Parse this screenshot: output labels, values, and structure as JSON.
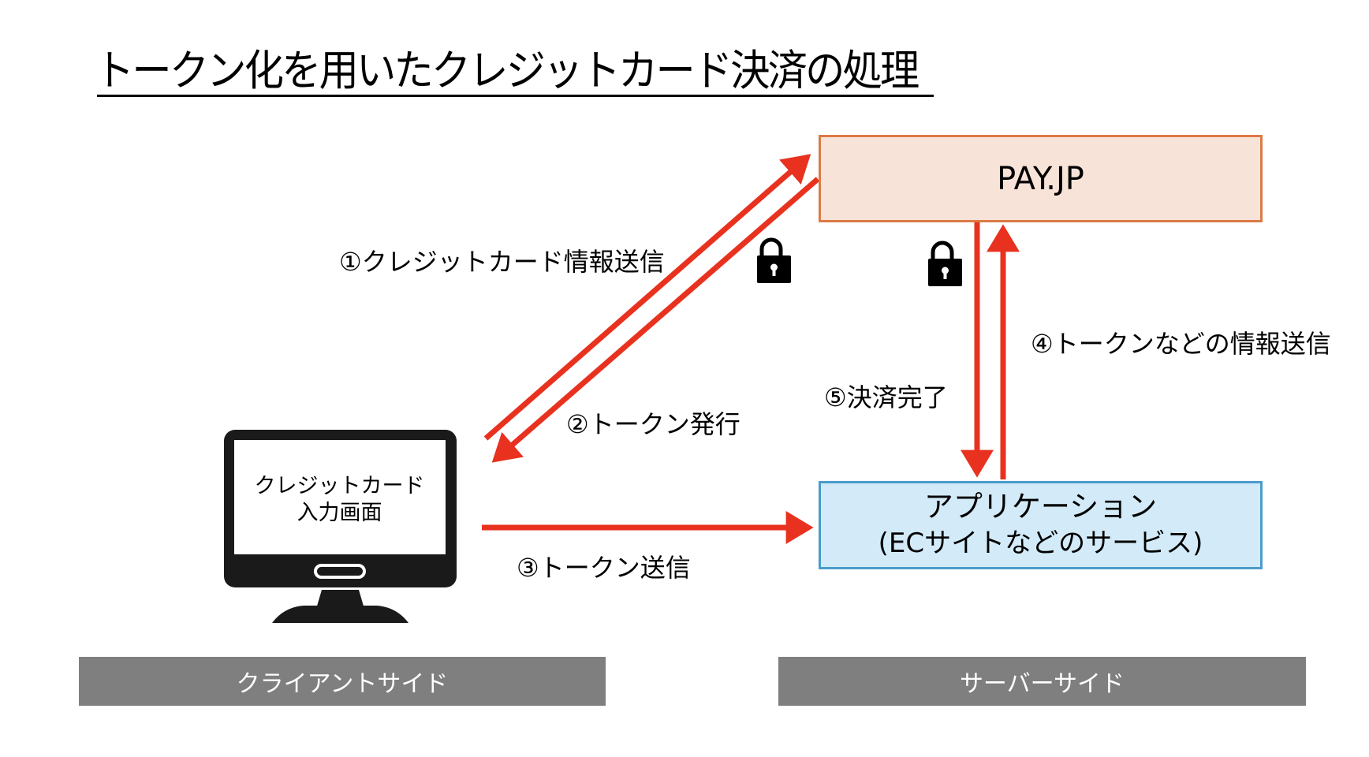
{
  "title": "トークン化を用いたクレジットカード決済の処理",
  "nodes": {
    "payjp": {
      "label": "PAY.JP"
    },
    "application": {
      "label": "アプリケーション",
      "sublabel": "(ECサイトなどのサービス)"
    },
    "client_screen": {
      "line1": "クレジットカード",
      "line2": "入力画面"
    }
  },
  "steps": [
    {
      "label": "①クレジットカード情報送信",
      "from": "client",
      "to": "payjp"
    },
    {
      "label": "②トークン発行",
      "from": "payjp",
      "to": "client"
    },
    {
      "label": "③トークン送信",
      "from": "client",
      "to": "application"
    },
    {
      "label": "④トークンなどの情報送信",
      "from": "application",
      "to": "payjp"
    },
    {
      "label": "⑤決済完了",
      "from": "payjp",
      "to": "application"
    }
  ],
  "icons": [
    "lock-icon",
    "lock-icon",
    "monitor-icon"
  ],
  "footer": {
    "client_side": "クライアントサイド",
    "server_side": "サーバーサイド"
  },
  "colors": {
    "arrow": "#e8321f",
    "payjp_fill": "#f8e3d9",
    "payjp_border": "#dd7a45",
    "app_fill": "#d3ebf8",
    "app_border": "#4a9ccc",
    "footer_bg": "#7f7f7f"
  }
}
